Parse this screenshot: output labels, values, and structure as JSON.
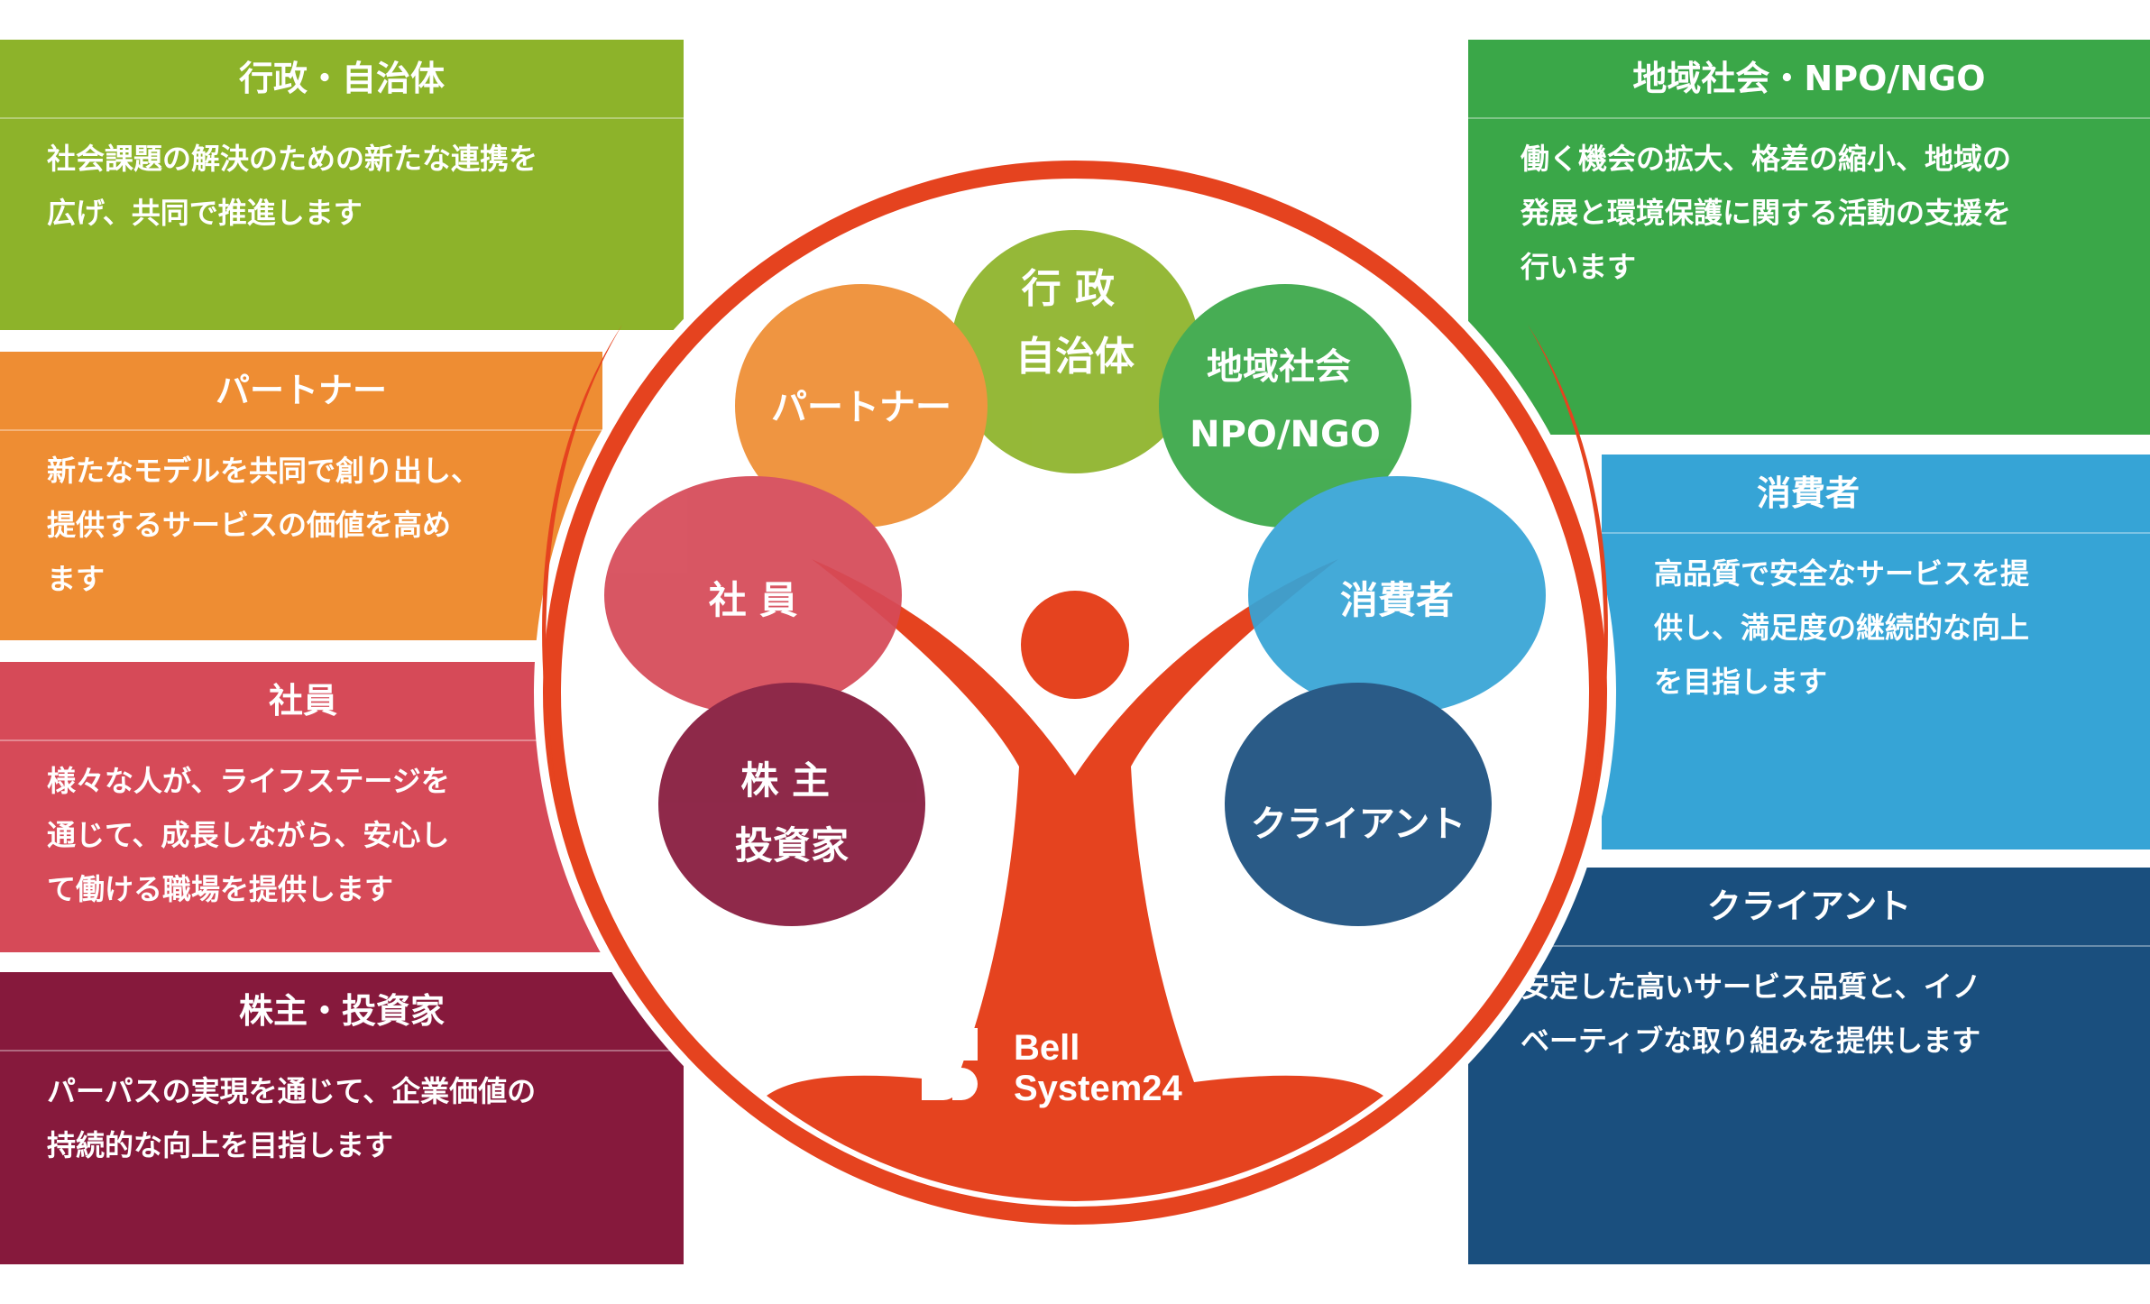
{
  "colors": {
    "orange_red": "#e5431f",
    "government": "#8db32a",
    "partner": "#ee8d33",
    "employee": "#d64a58",
    "shareholder": "#86193c",
    "community": "#3aa748",
    "consumer": "#36a4d6",
    "client": "#1a4f7e"
  },
  "panels": {
    "government": {
      "title": "行政・自治体",
      "body": "社会課題の解決のための新たな連携を\n広げ、共同で推進します"
    },
    "partner": {
      "title": "パートナー",
      "body": "新たなモデルを共同で創り出し、\n提供するサービスの価値を高め\nます"
    },
    "employee": {
      "title": "社員",
      "body": "様々な人が、ライフステージを\n通じて、成長しながら、安心し\nて働ける職場を提供します"
    },
    "shareholder": {
      "title": "株主・投資家",
      "body": "パーパスの実現を通じて、企業価値の\n持続的な向上を目指します"
    },
    "community": {
      "title": "地域社会・NPO/NGO",
      "body": "働く機会の拡大、格差の縮小、地域の\n発展と環境保護に関する活動の支援を\n行います"
    },
    "consumer": {
      "title": "消費者",
      "body": "高品質で安全なサービスを提\n供し、満足度の継続的な向上\nを目指します"
    },
    "client": {
      "title": "クライアント",
      "body": "安定した高いサービス品質と、イノ\nベーティブな取り組みを提供します"
    }
  },
  "petals": {
    "government": [
      "行 政",
      "自治体"
    ],
    "partner": [
      "パートナー"
    ],
    "community": [
      "地域社会",
      "NPO/NGO"
    ],
    "employee": [
      "社 員"
    ],
    "consumer": [
      "消費者"
    ],
    "shareholder": [
      "株 主",
      "投資家"
    ],
    "client": [
      "クライアント"
    ]
  },
  "logo": {
    "line1": "Bell",
    "line2": "System24"
  }
}
